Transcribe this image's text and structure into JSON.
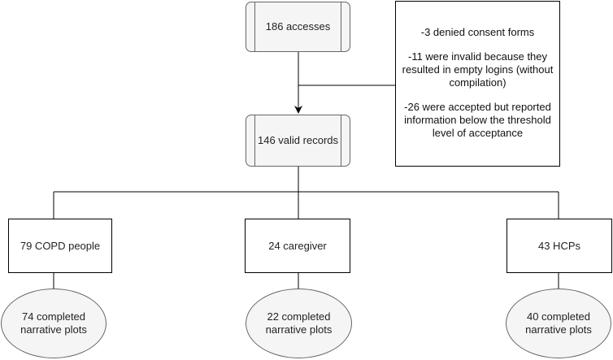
{
  "top": {
    "label": "186 accesses"
  },
  "exclusions": {
    "items": [
      "-3 denied consent forms",
      "-11 were invalid because they resulted in empty logins (without compilation)",
      "-26 were accepted but reported information below the threshold level of acceptance"
    ]
  },
  "valid": {
    "label": "146 valid records"
  },
  "groups": [
    {
      "label": "79 COPD people",
      "result": "74 completed narrative plots"
    },
    {
      "label": "24 caregiver",
      "result": "22 completed narrative plots"
    },
    {
      "label": "43 HCPs",
      "result": "40 completed narrative plots"
    }
  ],
  "colors": {
    "process_fill": "#f5f5f5",
    "stroke": "#000000"
  }
}
